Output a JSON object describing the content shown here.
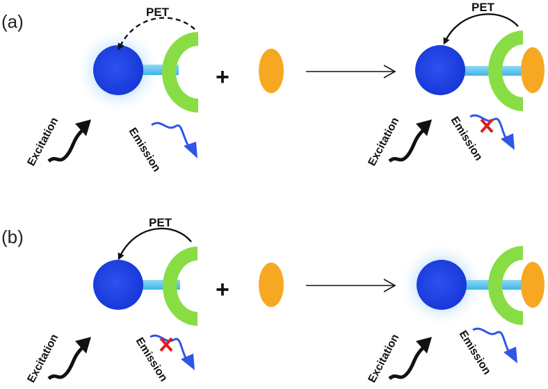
{
  "panels": [
    {
      "label": "(a)",
      "left": {
        "pet": "PET",
        "excitation": "Excitation",
        "emission": "Emission",
        "fluorescent": true,
        "emission_blocked": false,
        "pet_style": "dashed"
      },
      "plus": "+",
      "right": {
        "pet": "PET",
        "excitation": "Excitation",
        "emission": "Emission",
        "fluorescent": false,
        "emission_blocked": true,
        "pet_style": "solid"
      }
    },
    {
      "label": "(b)",
      "left": {
        "pet": "PET",
        "excitation": "Excitation",
        "emission": "Emission",
        "fluorescent": false,
        "emission_blocked": true,
        "pet_style": "solid"
      },
      "plus": "+",
      "right": {
        "pet": "",
        "excitation": "Excitation",
        "emission": "Emission",
        "fluorescent": true,
        "emission_blocked": false,
        "pet_style": "none"
      }
    }
  ],
  "colors": {
    "fluorophore": "#1a3fe0",
    "glow": "#9ec8f0",
    "linker": "#5ec3ee",
    "receptor": "#88dd44",
    "analyte": "#f7a823",
    "arrow": "#111111",
    "emission_arrow": "#2e56e8",
    "blocked_mark": "#e01d1d"
  }
}
